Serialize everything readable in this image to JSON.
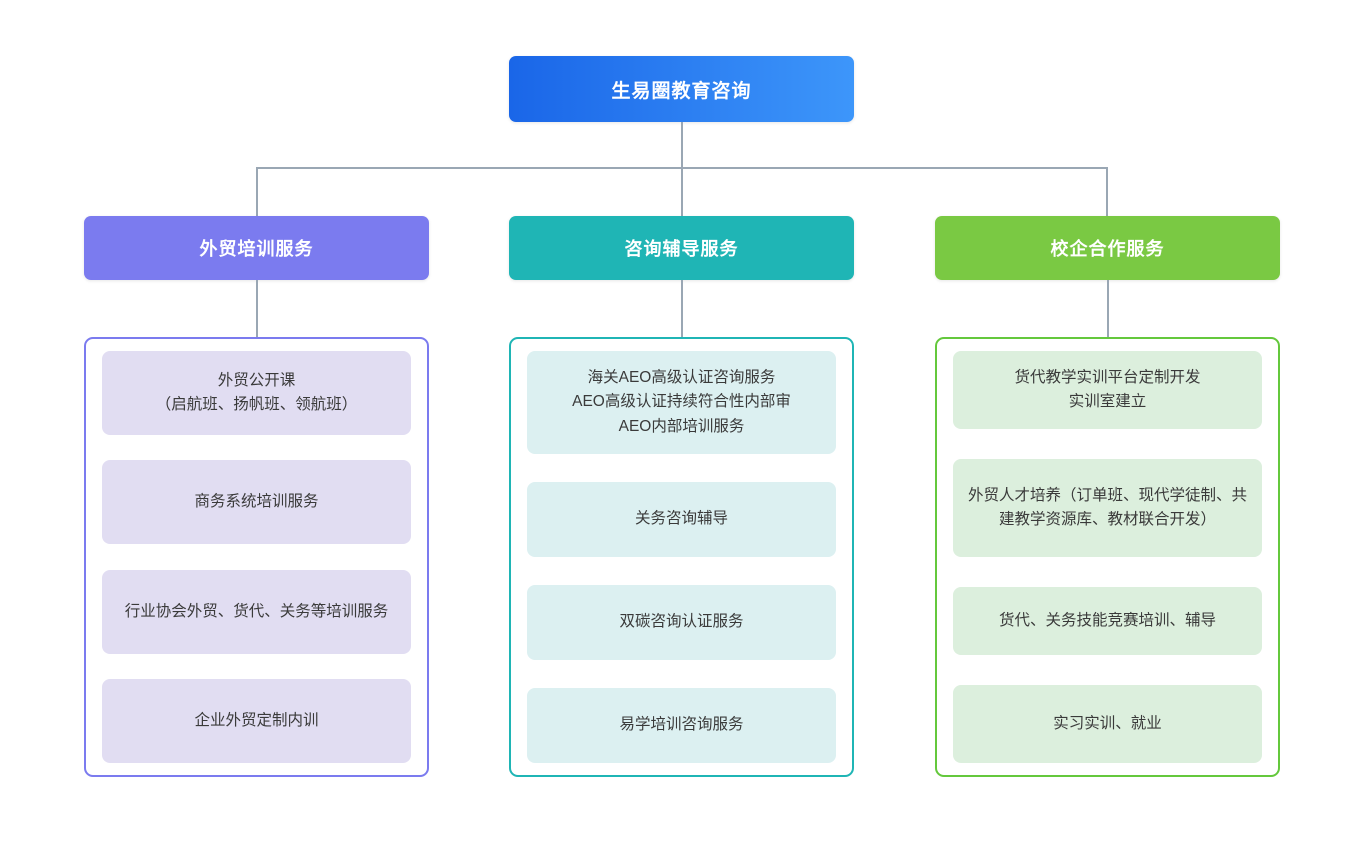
{
  "diagram": {
    "type": "organization-chart",
    "root": {
      "label": "生易圈教育咨询",
      "color_start": "#1a66e8",
      "color_end": "#3d96fa"
    },
    "connector_color": "#9aa7b4",
    "branches": [
      {
        "label": "外贸培训服务",
        "header_color": "#7b7bef",
        "border_color": "#7b7bef",
        "item_color": "#e1ddf2",
        "items": [
          "外贸公开课\n（启航班、扬帆班、领航班）",
          "商务系统培训服务",
          "行业协会外贸、货代、关务等培训服务",
          "企业外贸定制内训"
        ]
      },
      {
        "label": "咨询辅导服务",
        "header_color": "#1fb5b5",
        "border_color": "#1fb5b5",
        "item_color": "#dcf0f1",
        "items": [
          "海关AEO高级认证咨询服务\nAEO高级认证持续符合性内部审\nAEO内部培训服务",
          "关务咨询辅导",
          "双碳咨询认证服务",
          "易学培训咨询服务"
        ]
      },
      {
        "label": "校企合作服务",
        "header_color": "#7ac943",
        "border_color": "#64c83c",
        "item_color": "#dcefdd",
        "items": [
          "货代教学实训平台定制开发\n实训室建立",
          "外贸人才培养（订单班、现代学徒制、共建教学资源库、教材联合开发）",
          "货代、关务技能竞赛培训、辅导",
          "实习实训、就业"
        ]
      }
    ]
  }
}
